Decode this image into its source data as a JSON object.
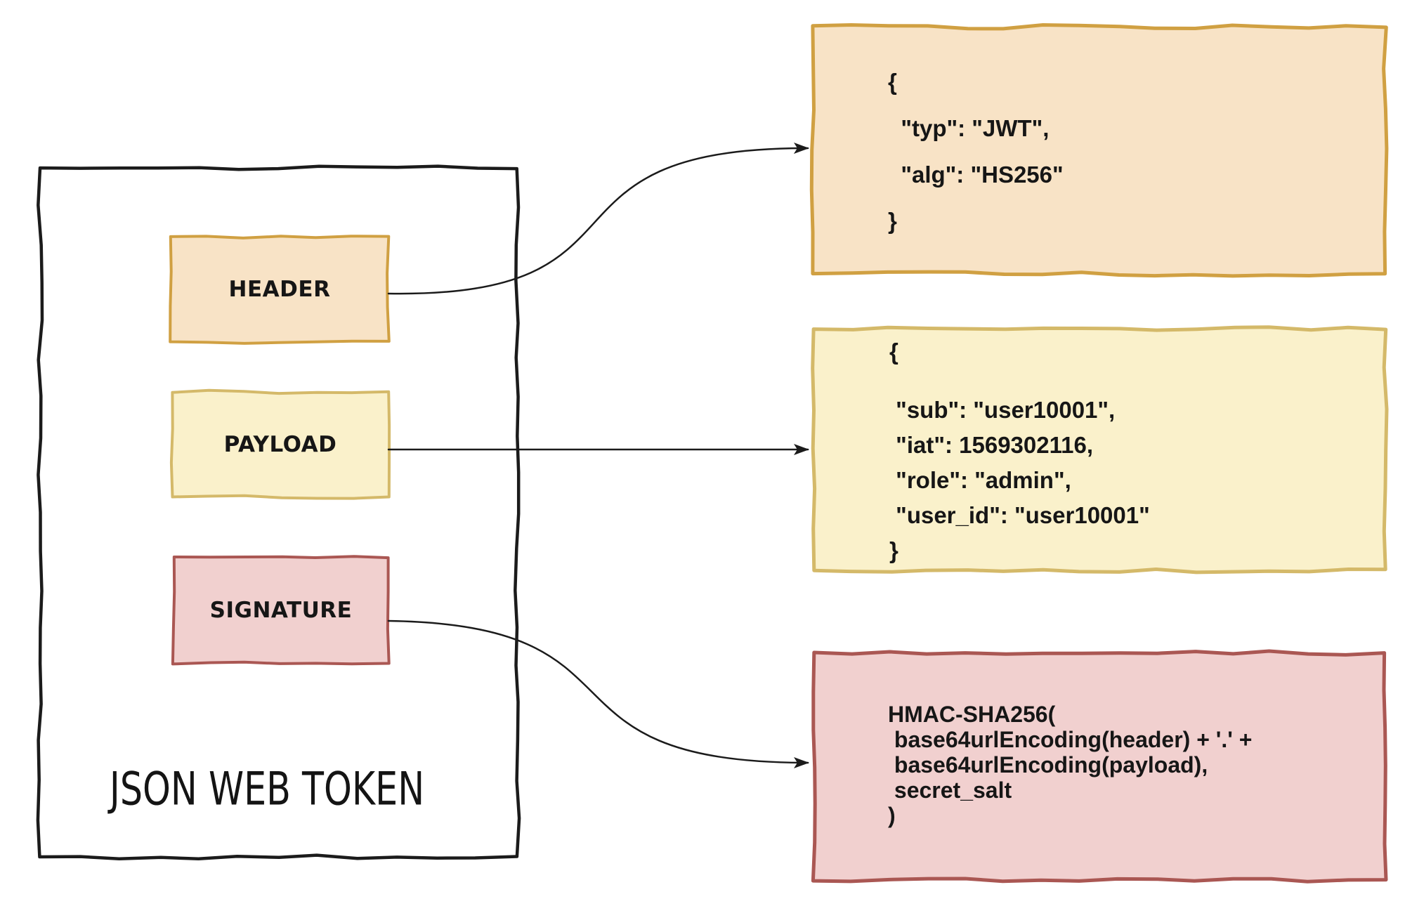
{
  "diagram": {
    "title": "JSON WEB TOKEN",
    "parts": [
      {
        "label": "HEADER"
      },
      {
        "label": "PAYLOAD"
      },
      {
        "label": "SIGNATURE"
      }
    ],
    "header_code": {
      "lines": [
        "{",
        "  \"typ\": \"JWT\",",
        "  \"alg\": \"HS256\"",
        "}"
      ]
    },
    "payload_code": {
      "lines": [
        "{",
        " \"sub\": \"user10001\",",
        " \"iat\": 1569302116,",
        " \"role\": \"admin\",",
        " \"user_id\": \"user10001\"",
        "}"
      ]
    },
    "signature_code": {
      "lines": [
        "HMAC-SHA256(",
        " base64urlEncoding(header) + '.' +",
        " base64urlEncoding(payload),",
        " secret_salt",
        ")"
      ]
    },
    "colors": {
      "background": "#ffffff",
      "ink": "#1b1b1b",
      "text": "#161616",
      "header_fill": "#f8e3c6",
      "header_border": "#d0a042",
      "payload_fill": "#faf1cb",
      "payload_border": "#d4b969",
      "signature_fill": "#f1d0cf",
      "signature_border": "#aa5753"
    }
  }
}
